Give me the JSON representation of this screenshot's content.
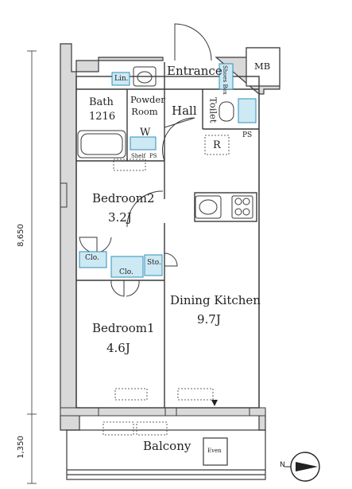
{
  "rooms": {
    "entrance": "Entrance",
    "shoes_box": "Shoes Box",
    "mb": "MB",
    "lin": "Lin.",
    "bath": "Bath",
    "bath_size": "1216",
    "powder_room": "Powder Room",
    "hall": "Hall",
    "toilet": "Toilet",
    "w": "W",
    "shelf": "Shelf",
    "ps_small": "PS",
    "ps": "PS",
    "r": "R",
    "bedroom2": "Bedroom2",
    "bedroom2_size": "3.2J",
    "clo_1": "Clo.",
    "clo_2": "Clo.",
    "sto": "Sto.",
    "dining_kitchen": "Dining Kitchen",
    "dining_kitchen_size": "9.7J",
    "bedroom1": "Bedroom1",
    "bedroom1_size": "4.6J",
    "balcony": "Balcony",
    "even": "Even"
  },
  "dimensions": {
    "main": "8,650",
    "balcony": "1,350"
  },
  "compass": {
    "north": "N"
  },
  "colors": {
    "wall": "#3a3a3a",
    "wall_fill": "#d9d9d9",
    "storage": "#cde9f3",
    "storage_stroke": "#2f8fb8",
    "line": "#333333"
  }
}
